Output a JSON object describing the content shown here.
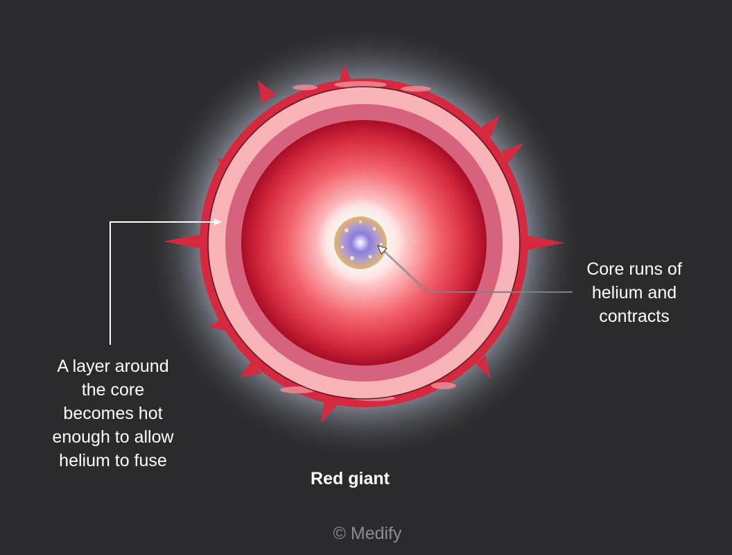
{
  "labels": {
    "layer": "A layer around\nthe core\nbecomes hot\nenough to allow\nhelium to fuse",
    "core": "Core runs of\nhelium and\ncontracts"
  },
  "caption": "Red giant",
  "credit": "© Medify",
  "colors": {
    "background": "#2b2b2d",
    "halo": "#8a8f9c",
    "surface": "#d6283e",
    "shell_light": "#f7b3b8",
    "shell_mid": "#d6627c",
    "interior": "#c0132e",
    "core_ring": "#e6b563",
    "core_center": "#7a6ad8"
  }
}
